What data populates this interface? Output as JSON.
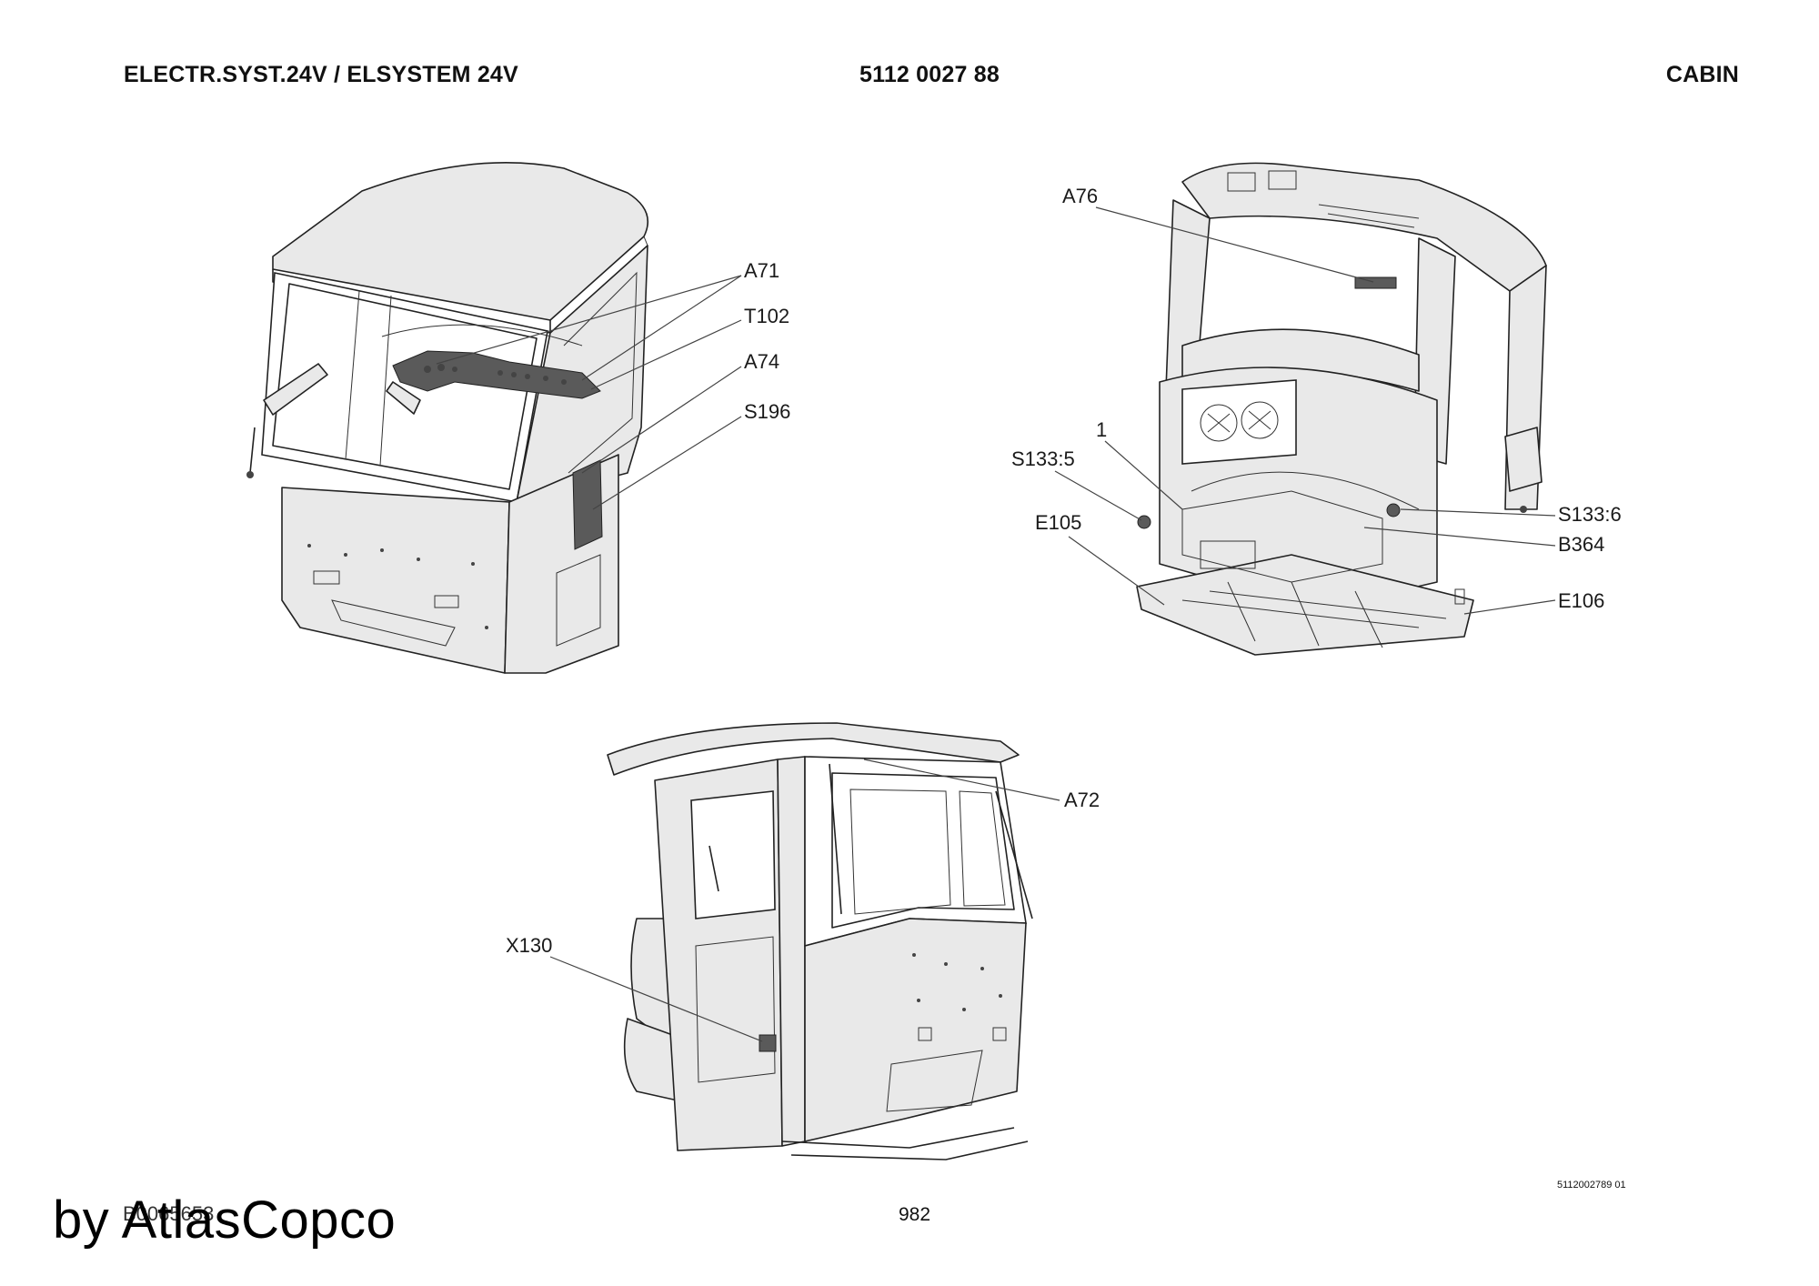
{
  "header": {
    "left": "ELECTR.SYST.24V / ELSYSTEM 24V",
    "center": "5112 0027 88",
    "right": "CABIN"
  },
  "callouts": {
    "a71": "A71",
    "t102": "T102",
    "a74": "A74",
    "s196": "S196",
    "a76": "A76",
    "n1": "1",
    "s133_5": "S133:5",
    "e105": "E105",
    "s133_6": "S133:6",
    "b364": "B364",
    "e106": "E106",
    "a72": "A72",
    "x130": "X130"
  },
  "footer": {
    "drawing_id": "5112002789 01",
    "page_number": "982",
    "doc_code": "B0065653",
    "watermark": "by AtlasCopco"
  }
}
